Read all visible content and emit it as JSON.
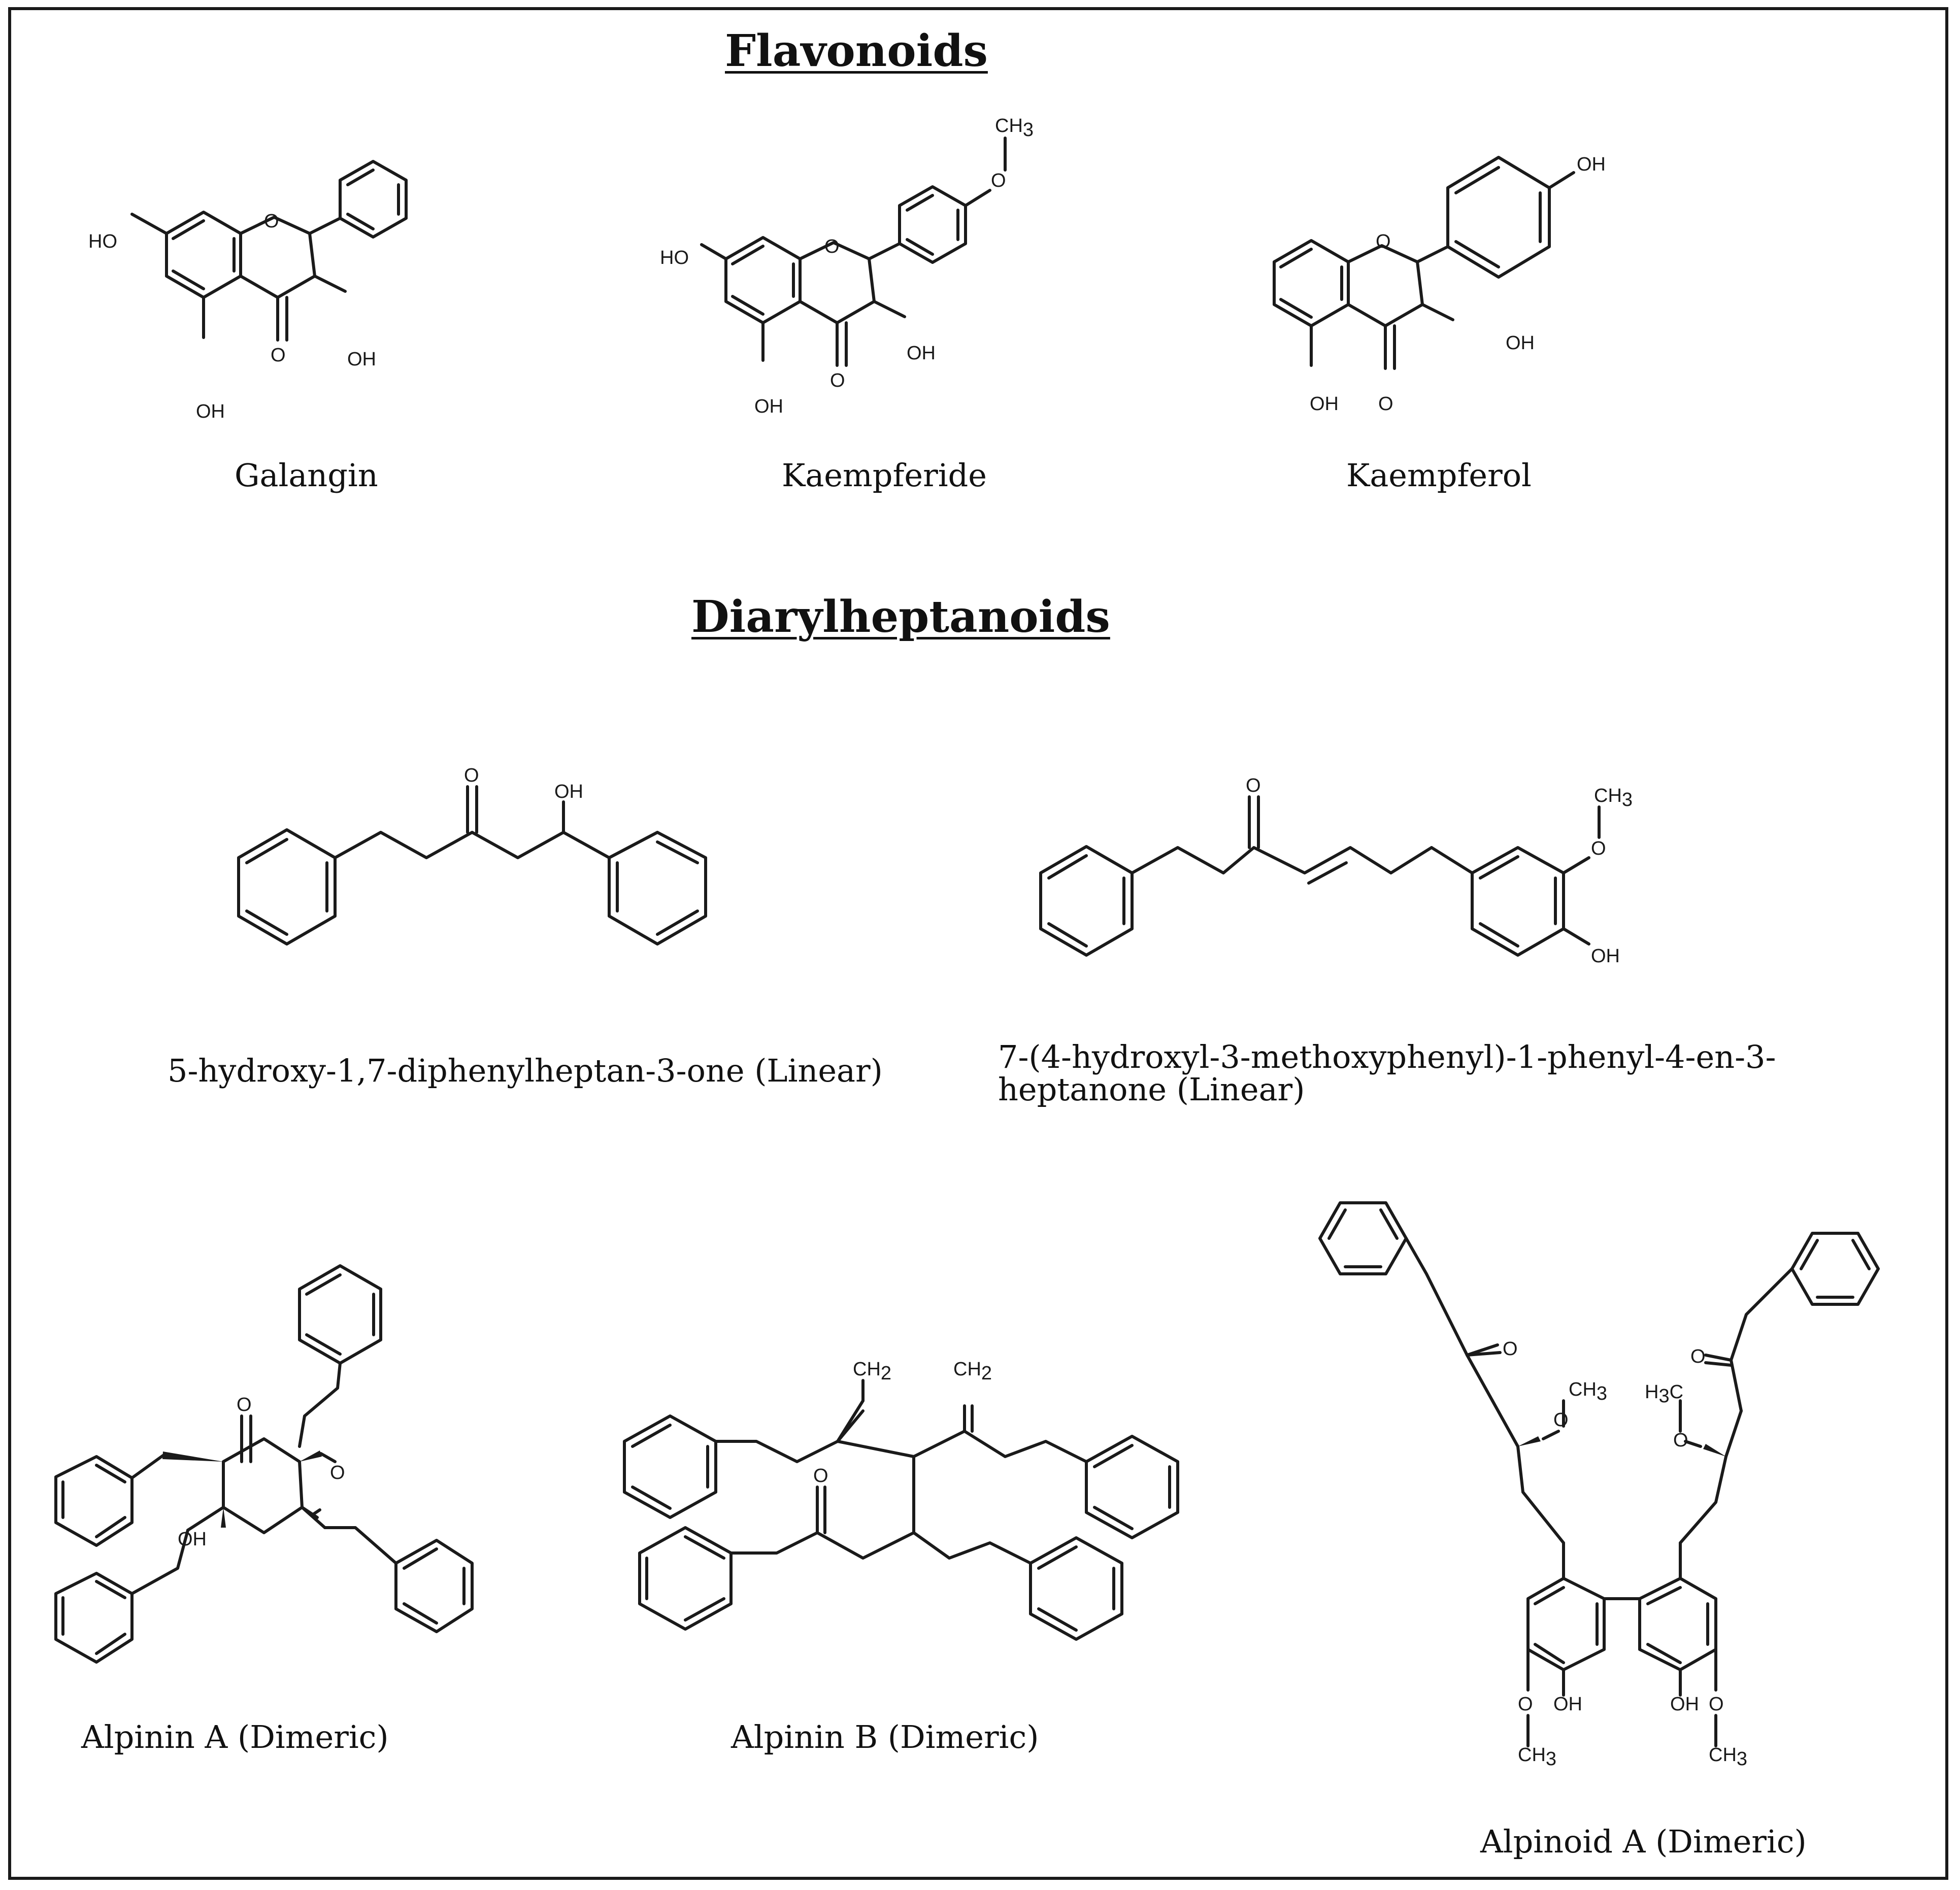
{
  "sections": {
    "flavonoids": "Flavonoids",
    "diarylheptanoids": "Diarylheptanoids"
  },
  "compounds": {
    "galangin": "Galangin",
    "kaempferide": "Kaempferide",
    "kaempferol": "Kaempferol",
    "linear1": "5-hydroxy-1,7-diphenylheptan-3-one (Linear)",
    "linear2_line1": "7-(4-hydroxyl-3-methoxyphenyl)-1-phenyl-4-en-3-",
    "linear2_line2": "heptanone (Linear)",
    "alpinin_a": "Alpinin A (Dimeric)",
    "alpinin_b": "Alpinin B (Dimeric)",
    "alpinoid_a": "Alpinoid A (Dimeric)"
  },
  "atom_labels": {
    "ho": "HO",
    "oh": "OH",
    "o": "O",
    "c": "C",
    "h": "H",
    "three": "3",
    "two": "2"
  }
}
